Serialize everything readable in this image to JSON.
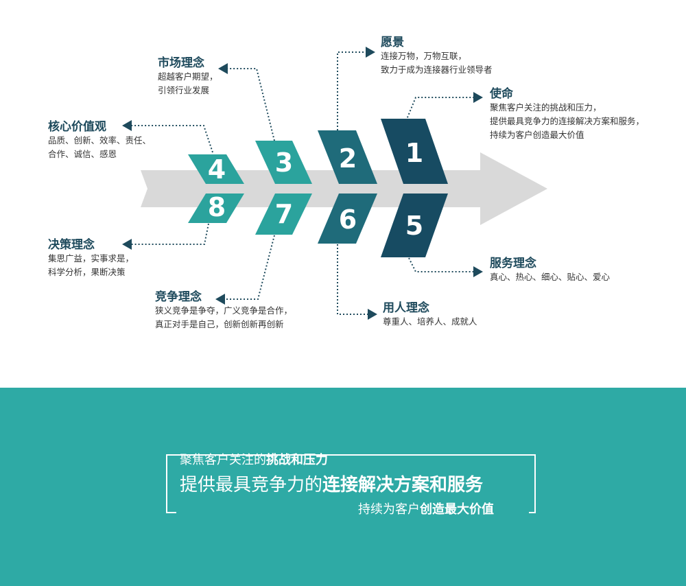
{
  "items": [
    {
      "num": "1",
      "title": "使命",
      "lines": [
        "聚焦客户关注的挑战和压力，",
        "提供最具竞争力的连接解决方案和服务，",
        "持续为客户创造最大价值"
      ]
    },
    {
      "num": "2",
      "title": "愿景",
      "lines": [
        "连接万物，万物互联，",
        "致力于成为连接器行业领导者"
      ]
    },
    {
      "num": "3",
      "title": "市场理念",
      "lines": [
        "超越客户期望，",
        "引领行业发展"
      ]
    },
    {
      "num": "4",
      "title": "核心价值观",
      "lines": [
        "品质、创新、效率、责任、",
        "合作、诚信、感恩"
      ]
    },
    {
      "num": "5",
      "title": "服务理念",
      "lines": [
        "真心、热心、细心、贴心、爱心"
      ]
    },
    {
      "num": "6",
      "title": "用人理念",
      "lines": [
        "尊重人、培养人、成就人"
      ]
    },
    {
      "num": "7",
      "title": "竞争理念",
      "lines": [
        "狭义竞争是争夺，广义竞争是合作，",
        "真正对手是自己，创新创新再创新"
      ]
    },
    {
      "num": "8",
      "title": "决策理念",
      "lines": [
        "集思广益，实事求是，",
        "科学分析，果断决策"
      ]
    }
  ],
  "banner": {
    "line1_normal": "聚焦客户关注的",
    "line1_bold": "挑战和压力",
    "line2_normal": "提供最具竞争力的",
    "line2_bold": "连接解决方案和服务",
    "line3_normal": "持续为客户",
    "line3_bold": "创造最大价值"
  },
  "colors": {
    "dark": "#174b62",
    "mid": "#1f6b7a",
    "teal": "#2ba39d",
    "arrow": "#d9d9d9",
    "banner": "#2eaaa5"
  }
}
